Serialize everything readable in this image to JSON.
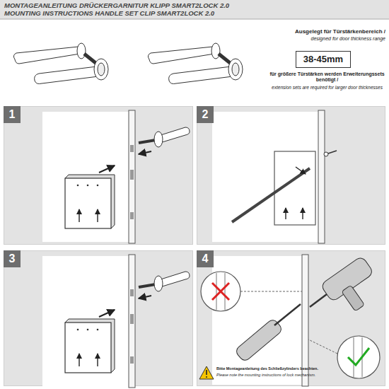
{
  "diagram": {
    "title": "MONTAGEANLEITUNG DRÜCKERGARNITUR KLIPP SMART2LOCK 2.0",
    "nodes": [
      {
        "text": [
          "38-45mm"
        ]
      },
      {
        "text": [
          "1"
        ]
      },
      {
        "text": [
          "2"
        ]
      },
      {
        "text": [
          "3"
        ]
      },
      {
        "text": [
          "4"
        ]
      }
    ],
    "labels": [
      "MOUNTING INSTRUCTIONS HANDLE SET CLIP SMART2LOCK 2.0",
      "Ausgelegt für Türstärkenbereich /",
      "designed for door thickness range",
      "für größere Türstärken werden Erweiterungssets benötigt /",
      "extension sets are required for larger door thicknesses",
      "Bitte Montageanleitung des Schließzylinders beachten.",
      "Please note the mounting instructions of lock mechanism."
    ]
  }
}
